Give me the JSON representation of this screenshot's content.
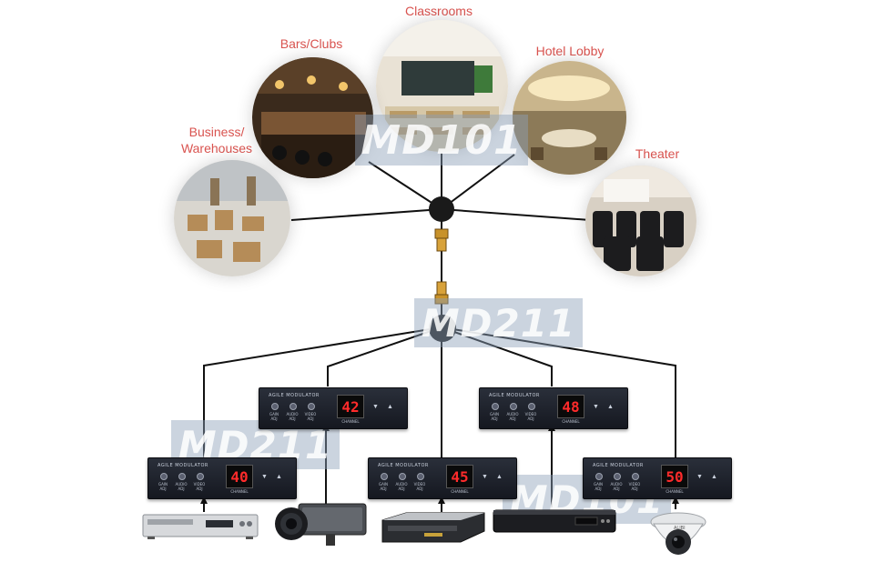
{
  "venues": [
    {
      "id": "classrooms",
      "label": "Classrooms"
    },
    {
      "id": "bars",
      "label": "Bars/Clubs"
    },
    {
      "id": "hotel",
      "label": "Hotel Lobby"
    },
    {
      "id": "business",
      "label": "Business/ Warehouses",
      "line1": "Business/",
      "line2": "Warehouses"
    },
    {
      "id": "theater",
      "label": "Theater"
    }
  ],
  "watermarks": {
    "top": "MD101",
    "middle": "MD211",
    "left": "MD211",
    "bottom_right": "MD101"
  },
  "modulators": [
    {
      "title": "AGILE MODULATOR",
      "channel": "42",
      "channel_label": "CHANNEL",
      "knobs": [
        "GAIN ADJ",
        "AUDIO ADJ",
        "VIDEO ADJ"
      ]
    },
    {
      "title": "AGILE MODULATOR",
      "channel": "48",
      "channel_label": "CHANNEL",
      "knobs": [
        "GAIN ADJ",
        "AUDIO ADJ",
        "VIDEO ADJ"
      ]
    },
    {
      "title": "AGILE MODULATOR",
      "channel": "40",
      "channel_label": "CHANNEL",
      "knobs": [
        "GAIN ADJ",
        "AUDIO ADJ",
        "VIDEO ADJ"
      ]
    },
    {
      "title": "AGILE MODULATOR",
      "channel": "45",
      "channel_label": "CHANNEL",
      "knobs": [
        "GAIN ADJ",
        "AUDIO ADJ",
        "VIDEO ADJ"
      ]
    },
    {
      "title": "AGILE MODULATOR",
      "channel": "50",
      "channel_label": "CHANNEL",
      "knobs": [
        "GAIN ADJ",
        "AUDIO ADJ",
        "VIDEO ADJ"
      ]
    }
  ],
  "devices": [
    {
      "id": "dvd-player",
      "icon": "dvd-player-icon"
    },
    {
      "id": "security-camera",
      "icon": "cctv-camera-icon"
    },
    {
      "id": "media-player",
      "icon": "set-top-box-icon"
    },
    {
      "id": "satellite-receiver",
      "icon": "receiver-icon"
    },
    {
      "id": "dome-camera",
      "icon": "dome-camera-icon",
      "brand": "ALIBI"
    }
  ]
}
